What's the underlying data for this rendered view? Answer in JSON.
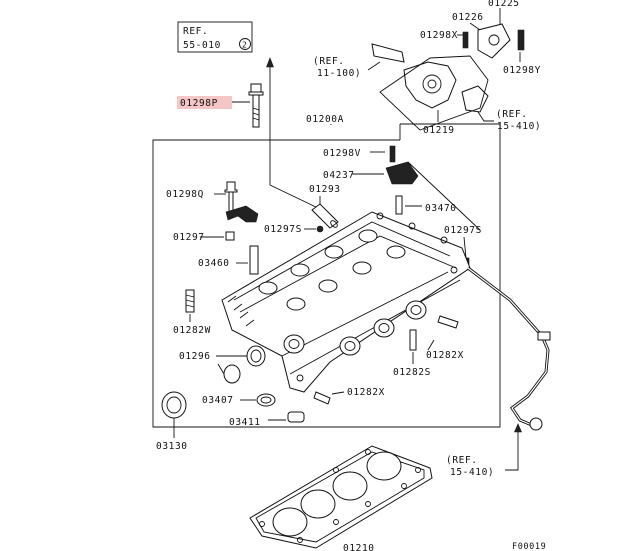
{
  "labels": {
    "ref_55": [
      "REF.",
      "55-010"
    ],
    "ref_55_circled": "2",
    "ref_11": [
      "(REF.",
      "11-100)"
    ],
    "ref_15a": [
      "(REF.",
      "15-410)"
    ],
    "ref_15b": [
      "(REF.",
      "15-410)"
    ],
    "p01225": "01225",
    "p01226": "01226",
    "p01298X_top": "01298X",
    "p01298Y": "01298Y",
    "p01219": "01219",
    "p01298P": "01298P",
    "p01200A": "01200A",
    "p01298V": "01298V",
    "p04237": "04237",
    "p01298Q": "01298Q",
    "p01293": "01293",
    "p03470": "03470",
    "p01297S_left": "01297S",
    "p01297": "01297",
    "p01297S_right": "01297S",
    "p03460": "03460",
    "p01282W": "01282W",
    "p01282X_right": "01282X",
    "p01296": "01296",
    "p01282S": "01282S",
    "p01282X_bottom": "01282X",
    "p03407": "03407",
    "p03411": "03411",
    "p03130": "03130",
    "p01210": "01210",
    "figure_code": "F00019"
  },
  "colors": {
    "line": "#111111",
    "highlight": "#f4c6c6",
    "background": "#ffffff"
  }
}
